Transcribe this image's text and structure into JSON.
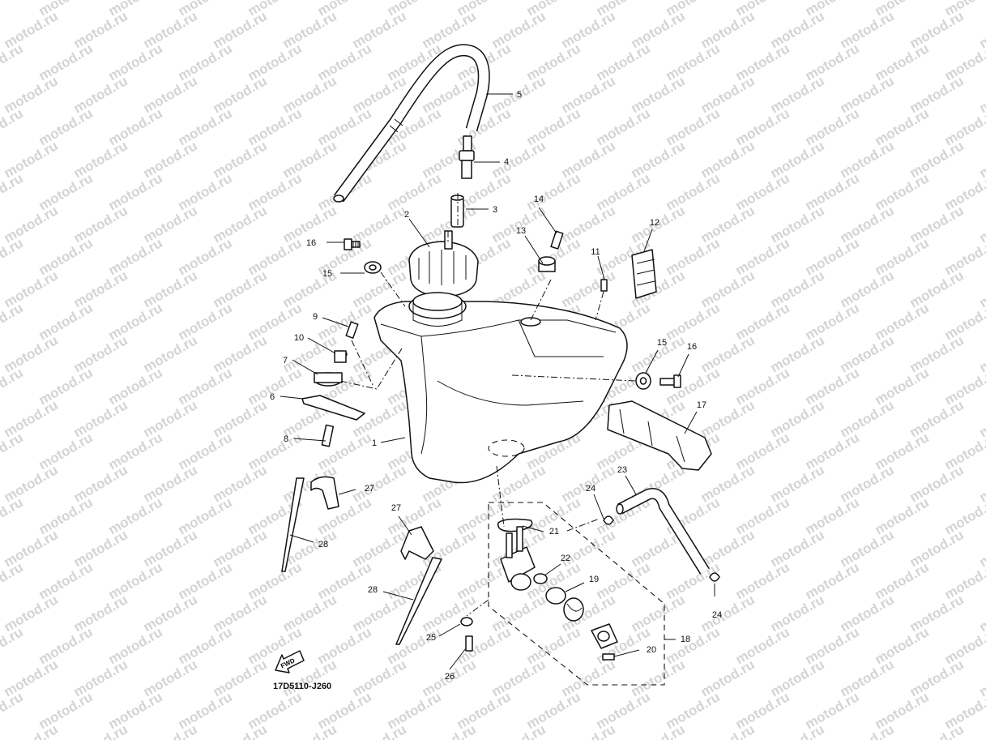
{
  "watermark": "motod.ru",
  "diagram_code": "17D5110-J260",
  "fwd_label": "FWD",
  "parts": {
    "p1": "1",
    "p2": "2",
    "p3": "3",
    "p4": "4",
    "p5": "5",
    "p6": "6",
    "p7": "7",
    "p8": "8",
    "p9": "9",
    "p10": "10",
    "p11": "11",
    "p12": "12",
    "p13": "13",
    "p14": "14",
    "p15a": "15",
    "p15b": "15",
    "p16a": "16",
    "p16b": "16",
    "p17": "17",
    "p18": "18",
    "p19": "19",
    "p20": "20",
    "p21": "21",
    "p22": "22",
    "p23": "23",
    "p24a": "24",
    "p24b": "24",
    "p25": "25",
    "p26": "26",
    "p27a": "27",
    "p27b": "27",
    "p28a": "28",
    "p28b": "28"
  }
}
